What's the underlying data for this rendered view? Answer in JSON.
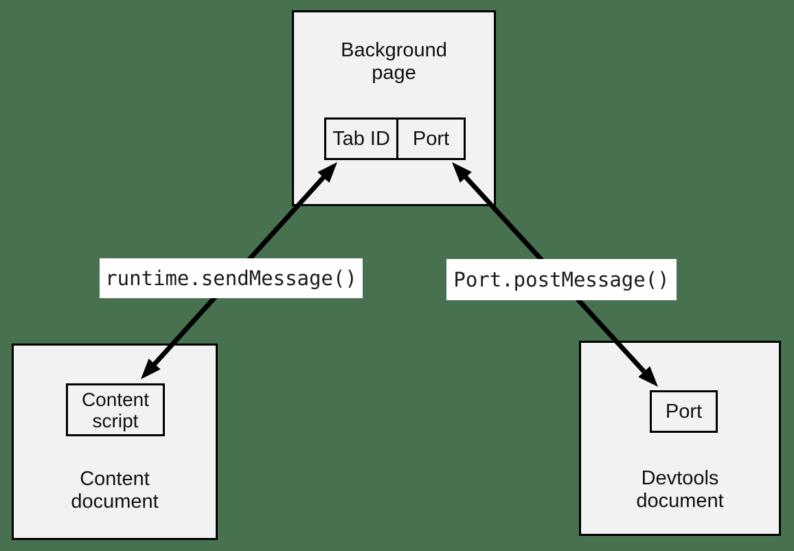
{
  "diagram": {
    "background_page": {
      "title": "Background\npage",
      "cells": [
        "Tab ID",
        "Port"
      ]
    },
    "content_document": {
      "title": "Content\ndocument",
      "child": "Content\nscript"
    },
    "devtools_document": {
      "title": "Devtools\ndocument",
      "child": "Port"
    },
    "edges": [
      {
        "id": "runtime-send-message",
        "label": "runtime.sendMessage()",
        "from": "content-script",
        "to": "background-page-tab-id",
        "direction": "bidirectional"
      },
      {
        "id": "port-post-message",
        "label": "Port.postMessage()",
        "from": "background-page-port",
        "to": "devtools-port",
        "direction": "bidirectional"
      }
    ],
    "colors": {
      "canvas_background": "#47714f",
      "box_fill": "#f2f2f2",
      "box_border": "#000000",
      "label_background": "#ffffff",
      "arrow": "#000000",
      "text": "#111111"
    }
  }
}
